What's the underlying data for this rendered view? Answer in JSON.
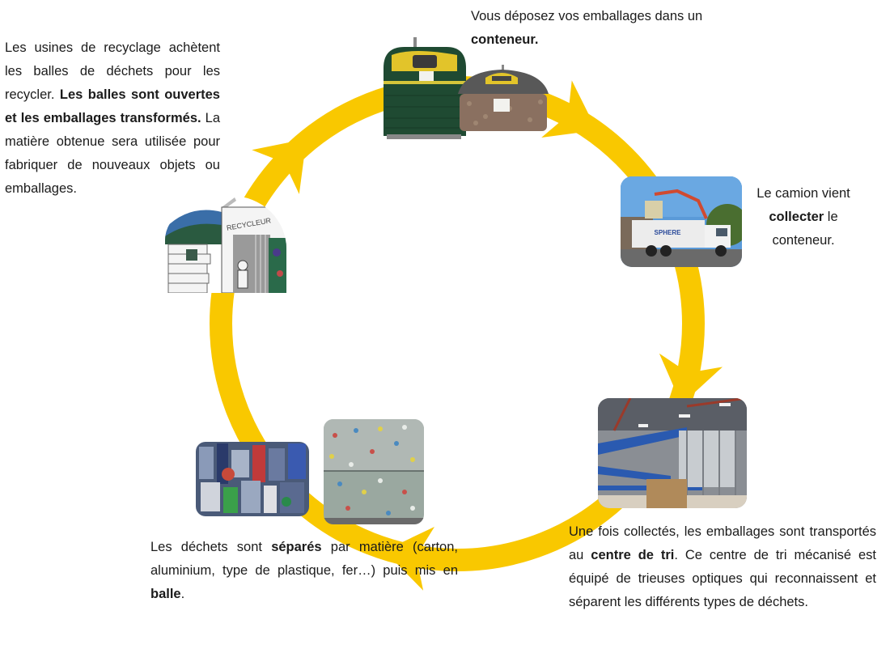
{
  "diagram": {
    "title": "Cycle du recyclage des emballages",
    "arrow_color": "#F9C800",
    "steps": [
      {
        "id": "depot",
        "image": "recycling-containers",
        "text": [
          {
            "t": "Vous déposez vos emballages dans un ",
            "bold": false
          },
          {
            "t": "conteneur.",
            "bold": true
          }
        ]
      },
      {
        "id": "collecte",
        "image": "collection-truck",
        "text": [
          {
            "t": "Le camion vient ",
            "bold": false
          },
          {
            "t": "collecter",
            "bold": true
          },
          {
            "t": " le conteneur.",
            "bold": false
          }
        ]
      },
      {
        "id": "tri",
        "image": "sorting-center",
        "text": [
          {
            "t": "Une fois collectés, les emballages sont transportés au ",
            "bold": false
          },
          {
            "t": "centre de tri",
            "bold": true
          },
          {
            "t": ". Ce centre de tri mécanisé est équipé de trieuses optiques qui reconnaissent et séparent les différents types de déchets.",
            "bold": false
          }
        ]
      },
      {
        "id": "balles",
        "image": "waste-bales",
        "text": [
          {
            "t": "Les déchets sont ",
            "bold": false
          },
          {
            "t": "séparés",
            "bold": true
          },
          {
            "t": " par matière (carton, aluminium, type de plastique, fer…) puis mis en ",
            "bold": false
          },
          {
            "t": "balle",
            "bold": true
          },
          {
            "t": ".",
            "bold": false
          }
        ]
      },
      {
        "id": "recyclage",
        "image": "recycler-plant",
        "sign_label": "RECYCLEUR",
        "text": [
          {
            "t": "Les usines de recyclage achètent les balles de déchets pour les recycler. ",
            "bold": false
          },
          {
            "t": "Les balles sont ouvertes et les emballages transformés.",
            "bold": true
          },
          {
            "t": " La matière obtenue sera utilisée pour fabriquer de nouveaux objets ou emballages.",
            "bold": false
          }
        ]
      }
    ],
    "truck_brand": "SPHERE"
  }
}
